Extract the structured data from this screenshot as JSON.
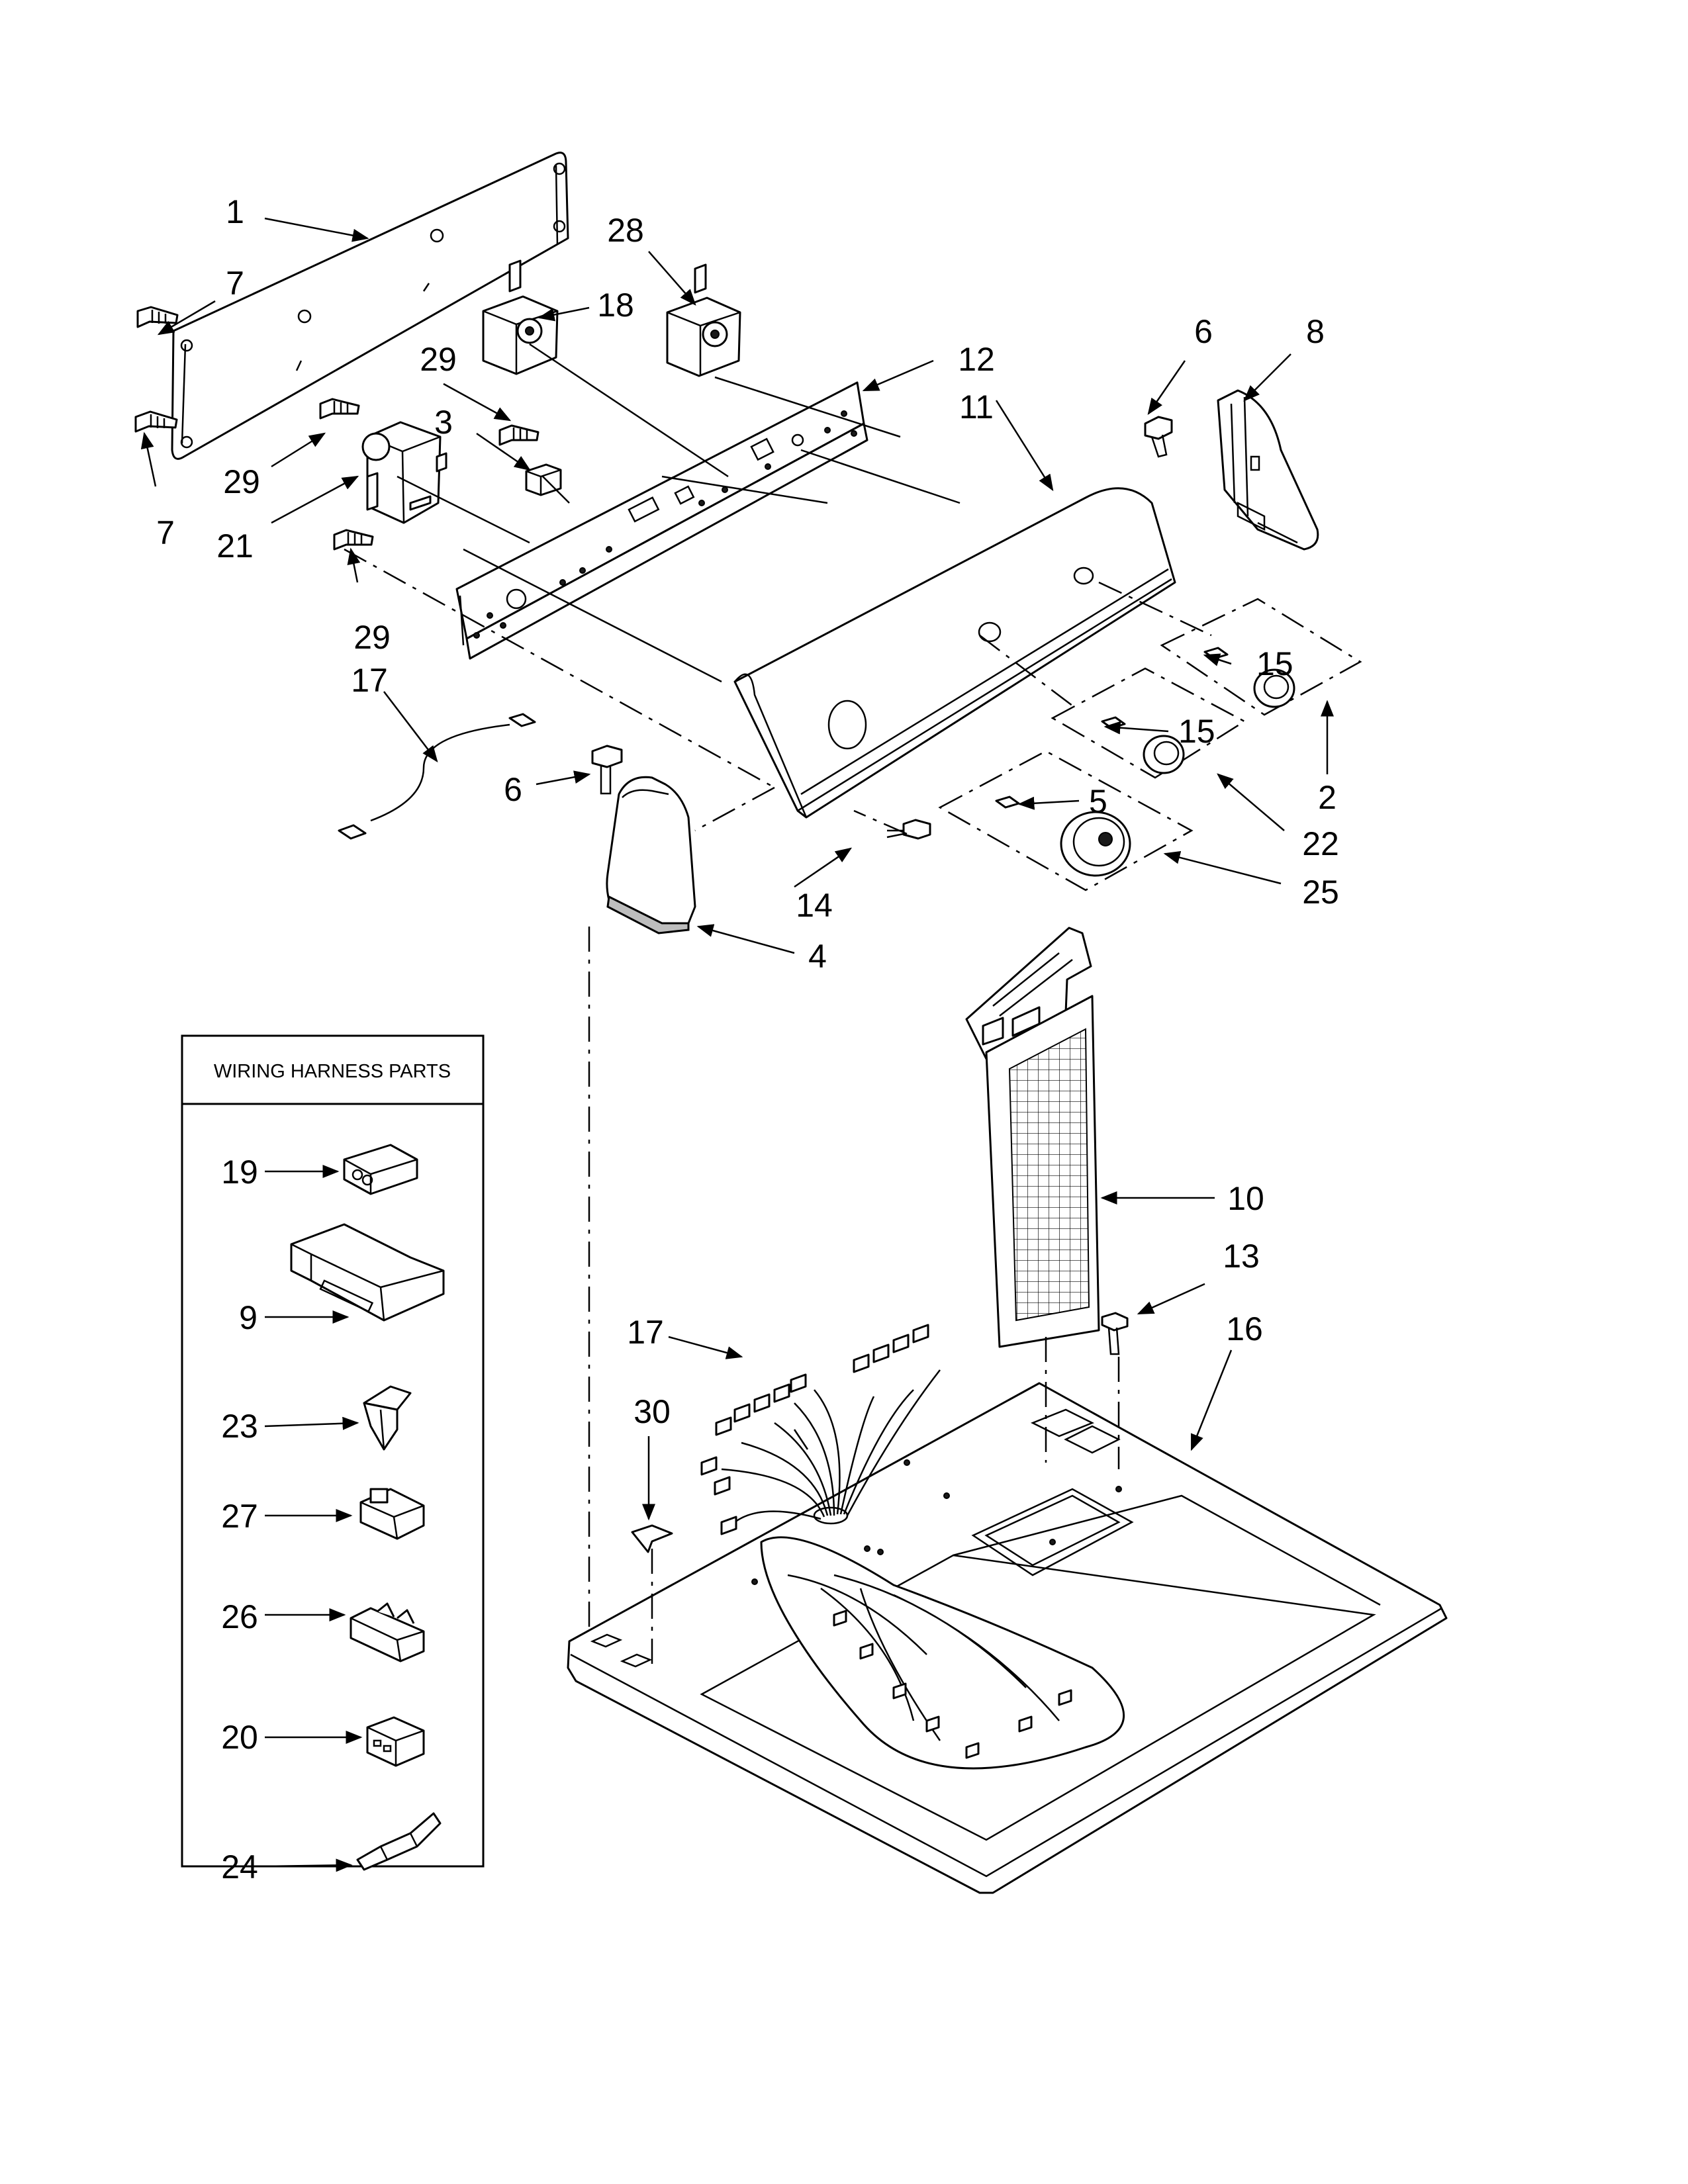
{
  "callouts": {
    "c1": "1",
    "c2": "2",
    "c3": "3",
    "c4": "4",
    "c5": "5",
    "c6a": "6",
    "c6b": "6",
    "c7a": "7",
    "c7b": "7",
    "c8": "8",
    "c9": "9",
    "c10": "10",
    "c11": "11",
    "c12": "12",
    "c13": "13",
    "c14": "14",
    "c15a": "15",
    "c15b": "15",
    "c16": "16",
    "c17a": "17",
    "c17b": "17",
    "c18": "18",
    "c19": "19",
    "c20": "20",
    "c21": "21",
    "c22": "22",
    "c23": "23",
    "c24": "24",
    "c25": "25",
    "c26": "26",
    "c27": "27",
    "c28": "28",
    "c29a": "29",
    "c29b": "29",
    "c29c": "29",
    "c30": "30"
  },
  "harness_box": {
    "title": "WIRING HARNESS PARTS"
  }
}
